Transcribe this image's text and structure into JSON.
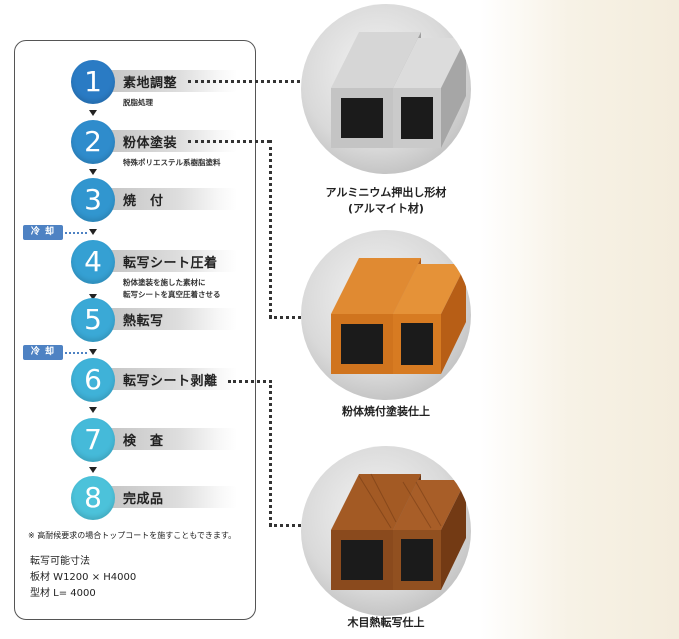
{
  "steps": [
    {
      "num": "1",
      "label": "素地調整",
      "sub": "脱脂処理",
      "color": "#2a7bc4"
    },
    {
      "num": "2",
      "label": "粉体塗装",
      "sub": "特殊ポリエステル系樹脂塗料",
      "color": "#2f8ccc"
    },
    {
      "num": "3",
      "label": "焼　付",
      "sub": "",
      "color": "#3196cf"
    },
    {
      "num": "4",
      "label": "転写シート圧着",
      "sub": "粉体塗装を施した素材に",
      "sub2": "転写シートを真空圧着させる",
      "color": "#35a0d3"
    },
    {
      "num": "5",
      "label": "熱転写",
      "sub": "",
      "color": "#3aa9d6"
    },
    {
      "num": "6",
      "label": "転写シート剥離",
      "sub": "",
      "color": "#3fb2d8"
    },
    {
      "num": "7",
      "label": "検　査",
      "sub": "",
      "color": "#45bad9"
    },
    {
      "num": "8",
      "label": "完成品",
      "sub": "",
      "color": "#4cc2da"
    }
  ],
  "cooling_label": "冷 却",
  "note": "※ 高耐候要求の場合トップコートを施すこともできます。",
  "dimensions": {
    "title": "転写可能寸法",
    "sheet": "板材 W1200 × H4000",
    "profile": "型材 L= 4000"
  },
  "products": [
    {
      "caption": "アルミニウム押出し形材",
      "caption2": "(アルマイト材)",
      "color": "#bcbcbc"
    },
    {
      "caption": "粉体焼付塗装仕上",
      "color": "#d0741e"
    },
    {
      "caption": "木目熱転写仕上",
      "color": "#8a4a1d"
    }
  ]
}
